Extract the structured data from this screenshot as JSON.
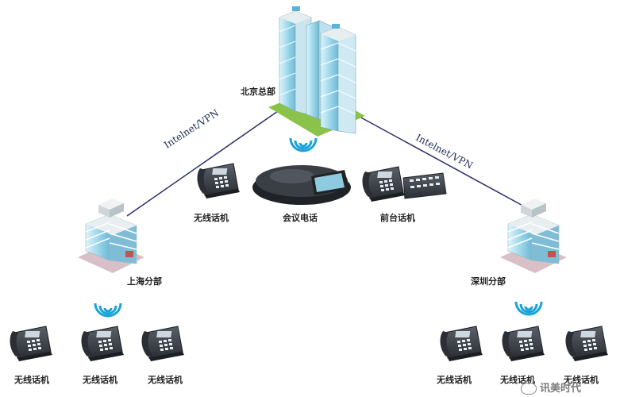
{
  "nodes": {
    "hq": "北京总部",
    "shanghai": "上海分部",
    "shenzhen": "深圳分部"
  },
  "links": {
    "left": "Intelnet/VPN",
    "right": "Intelnet/VPN"
  },
  "devices": {
    "hq_wireless_phone": "无线话机",
    "conference_phone": "会议电话",
    "front_desk_phone": "前台话机",
    "branch_wireless_phone": "无线话机"
  },
  "watermark": "讯美时代",
  "colors": {
    "link_line": "#2b2f6b",
    "building_glass": "#8fd3e8",
    "wifi": "#1aa3d8",
    "phone_body": "#3a3f46"
  }
}
